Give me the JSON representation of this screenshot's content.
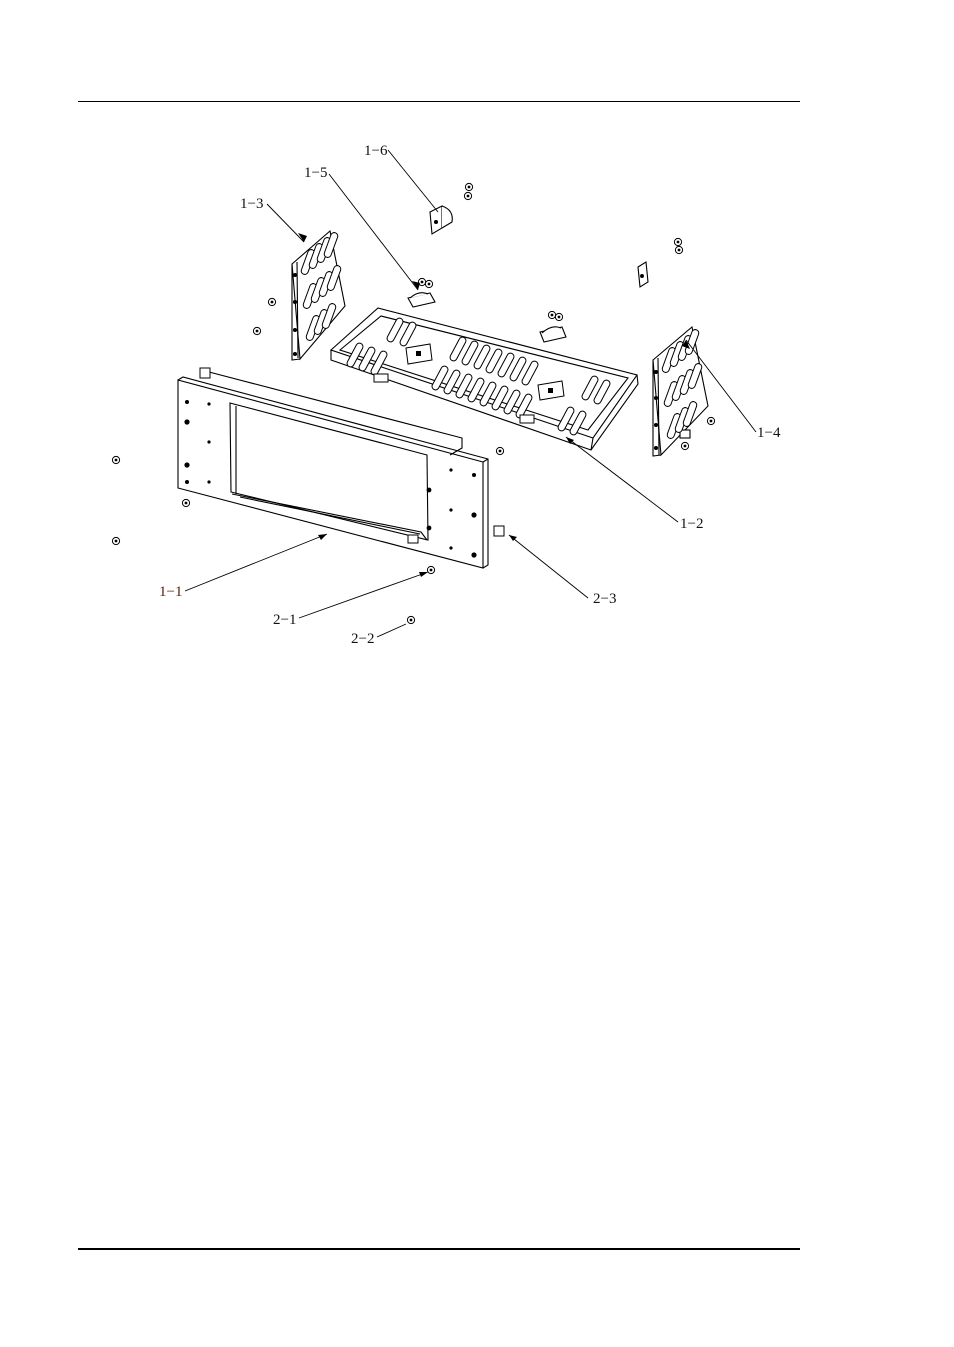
{
  "diagram": {
    "callouts": {
      "c1_1": "1−1",
      "c1_2": "1−2",
      "c1_3": "1−3",
      "c1_4": "1−4",
      "c1_5": "1−5",
      "c1_6": "1−6",
      "c2_1": "2−1",
      "c2_2": "2−2",
      "c2_3": "2−3"
    }
  }
}
